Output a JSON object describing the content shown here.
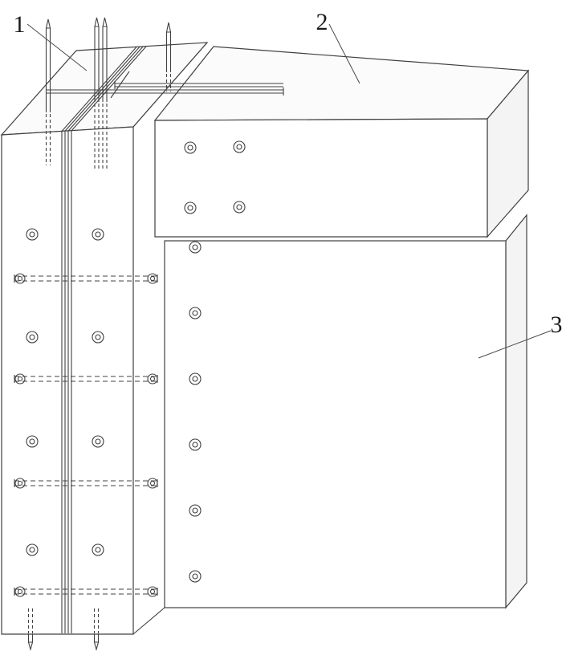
{
  "figure": {
    "labels": {
      "part1": "1",
      "part2": "2",
      "part3": "3"
    },
    "line_color": "#404040",
    "background_color": "#ffffff"
  }
}
